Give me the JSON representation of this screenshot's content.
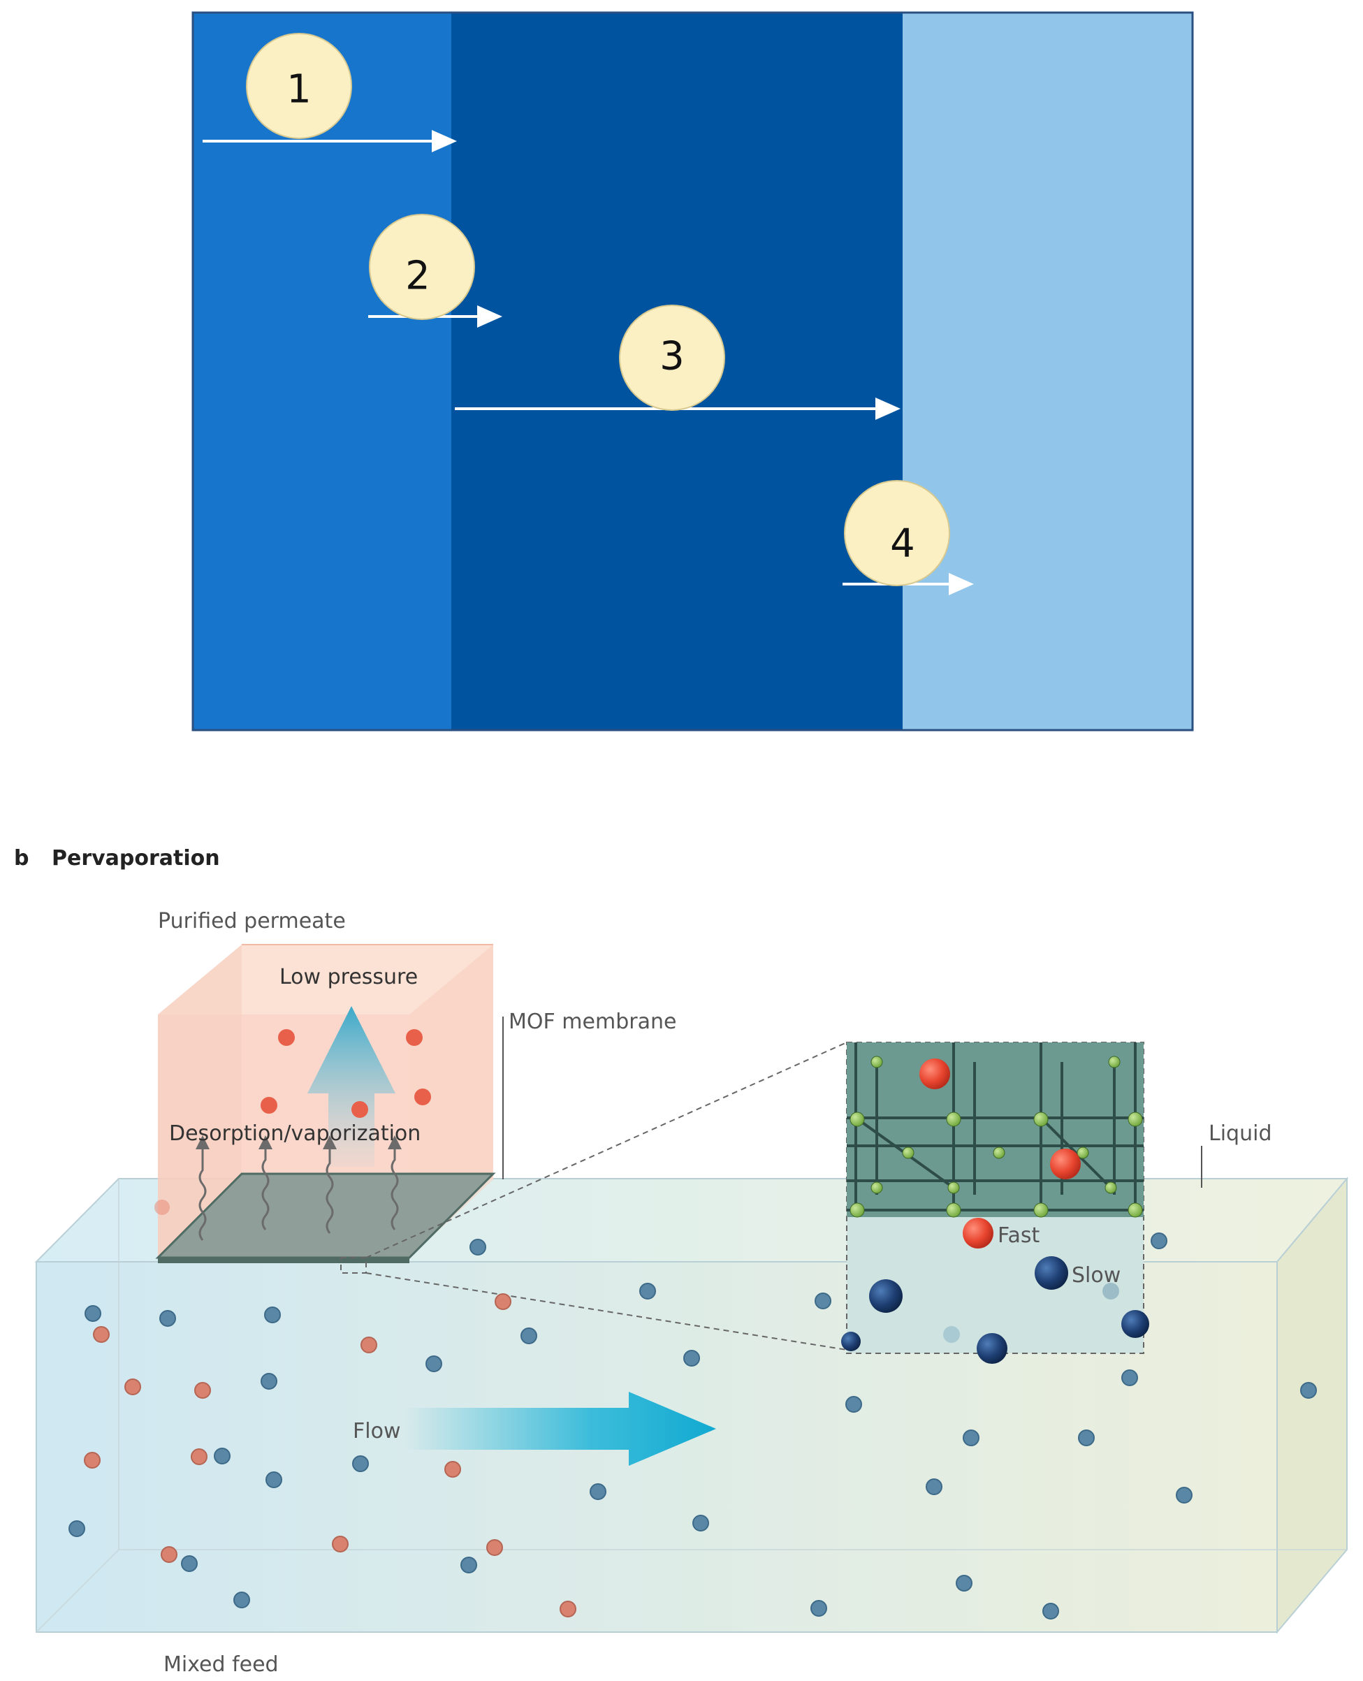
{
  "panel_a": {
    "colors": {
      "feed_layer": "#1775cc",
      "membrane_layer": "#00539e",
      "permeate_layer": "#91c5e9",
      "step_circle": "#fbefc4"
    },
    "steps": [
      "1",
      "2",
      "3",
      "4"
    ]
  },
  "panel_b": {
    "letter": "b",
    "title": "Pervaporation",
    "labels": {
      "purified_permeate": "Purified permeate",
      "low_pressure": "Low pressure",
      "mof_membrane": "MOF membrane",
      "desorption": "Desorption/vaporization",
      "liquid": "Liquid",
      "fast": "Fast",
      "slow": "Slow",
      "flow": "Flow",
      "mixed_feed": "Mixed feed"
    },
    "colors": {
      "fast_molecule": "#e8452f",
      "slow_molecule": "#1e3f73",
      "feed_red": "#d9826f",
      "feed_blue": "#5b87a6",
      "flow_arrow": "#1fb4d8"
    }
  }
}
